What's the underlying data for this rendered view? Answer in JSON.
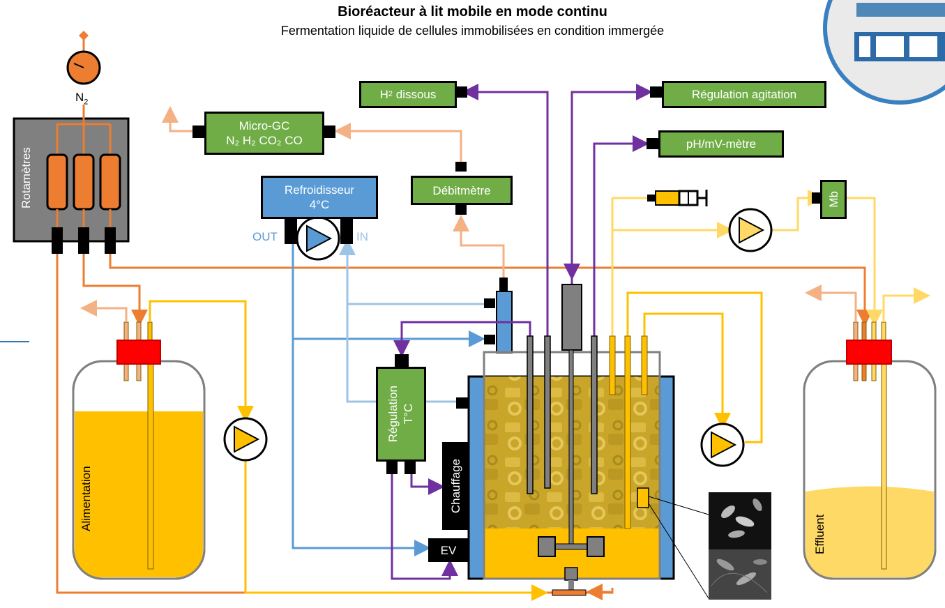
{
  "header": {
    "title": "Bioréacteur à lit mobile en mode continu",
    "subtitle": "Fermentation liquide de cellules immobilisées en condition immergée"
  },
  "labels": {
    "n2_source": "N",
    "n2_sub": "2",
    "rotametres": "Rotamètres",
    "h2_dissous_main": "H",
    "h2_dissous_sub": "2",
    "h2_dissous_rest": " dissous",
    "regulation_agitation": "Régulation agitation",
    "micro_gc_line1": "Micro-GC",
    "micro_gc_line2": "N₂ H₂ CO₂ CO",
    "ph_meter": "pH/mV-mètre",
    "refroidisseur_line1": "Refroidisseur",
    "refroidisseur_line2": "4°C",
    "out": "OUT",
    "in": "IN",
    "debitmetre": "Débitmètre",
    "mb": "Mb",
    "regulation_tc_line1": "Régulation",
    "regulation_tc_line2": "T°C",
    "chauffage": "Chauffage",
    "ev": "EV",
    "alimentation": "Alimentation",
    "effluent": "Effluent"
  },
  "colors": {
    "nitrogen": "#ed7d31",
    "nitrogen_light": "#f4b183",
    "liquid": "#ffc000",
    "liquid_light": "#ffd966",
    "cooling": "#5b9bd5",
    "cooling_light": "#9dc3e6",
    "signal": "#7030a0",
    "box_green": "#70ad47",
    "jacket": "#5b9bd5",
    "stopper": "#ff0000"
  },
  "icons": [
    "pressure-gauge-icon",
    "pump-icon",
    "syringe-icon",
    "micrograph-image",
    "logo-image"
  ]
}
